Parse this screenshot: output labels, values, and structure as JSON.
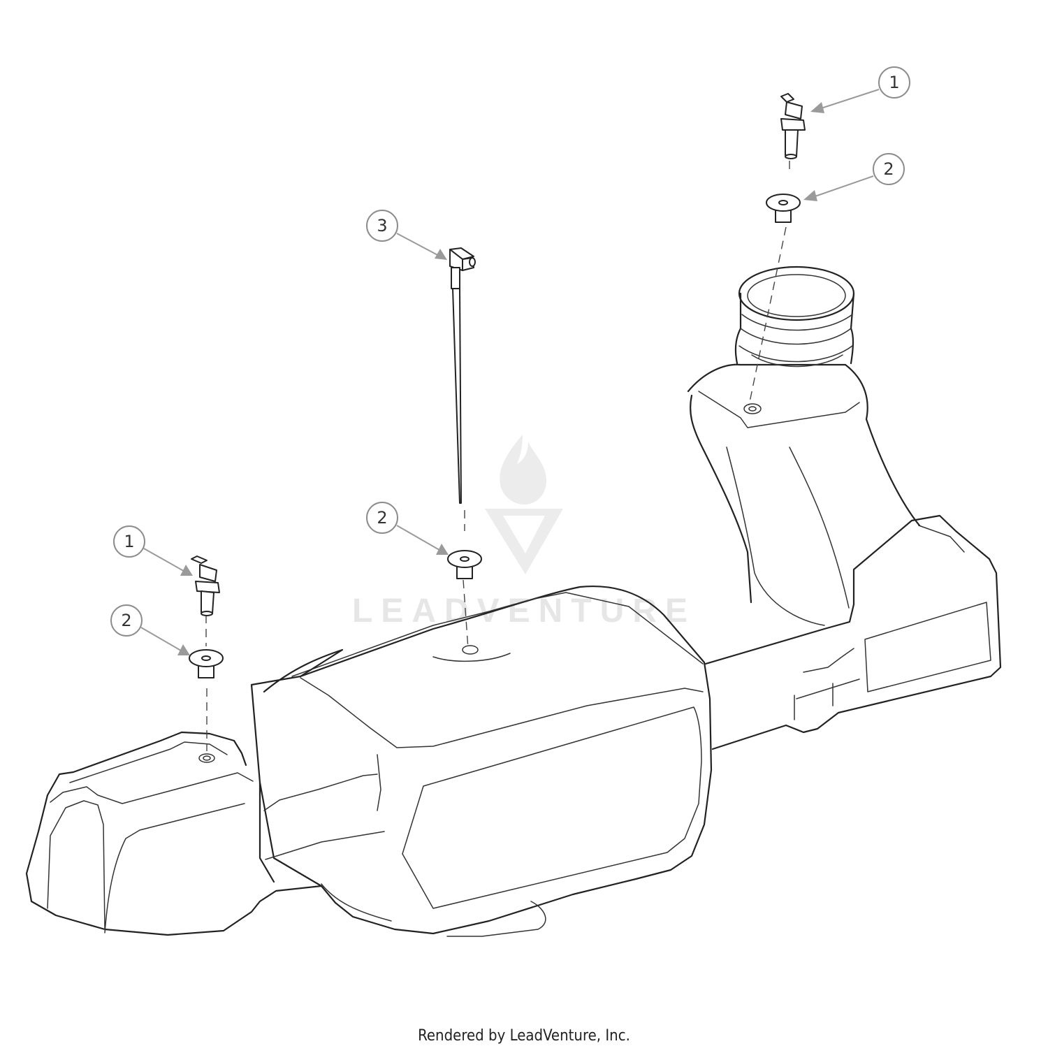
{
  "footer": {
    "text": "Rendered by LeadVenture, Inc."
  },
  "watermark": {
    "text": "LEADVENTURE"
  },
  "callouts": [
    {
      "id": "callout-1-top-right",
      "label": "1"
    },
    {
      "id": "callout-2-top-right",
      "label": "2"
    },
    {
      "id": "callout-3",
      "label": "3"
    },
    {
      "id": "callout-2-center",
      "label": "2"
    },
    {
      "id": "callout-1-left",
      "label": "1"
    },
    {
      "id": "callout-2-left",
      "label": "2"
    }
  ],
  "parts": [
    {
      "ref": "1",
      "icon": "elbow-fitting-icon"
    },
    {
      "ref": "2",
      "icon": "grommet-icon"
    },
    {
      "ref": "3",
      "icon": "pickup-tube-icon"
    },
    {
      "ref": "tank",
      "icon": "fuel-tank-icon"
    }
  ]
}
